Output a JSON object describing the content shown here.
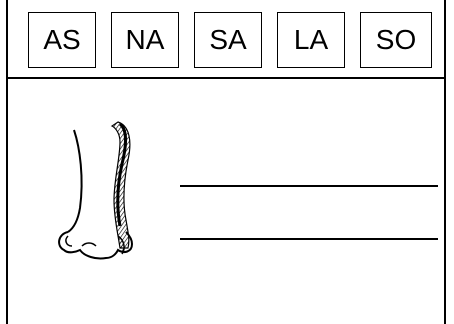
{
  "syllables": [
    {
      "label": "AS"
    },
    {
      "label": "NA"
    },
    {
      "label": "SA"
    },
    {
      "label": "LA"
    },
    {
      "label": "SO"
    }
  ],
  "picture": {
    "icon": "nose-illustration"
  },
  "answer_lines": 2
}
